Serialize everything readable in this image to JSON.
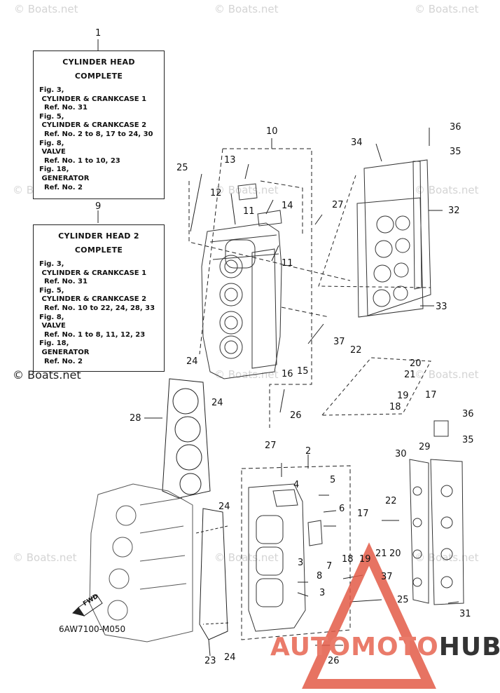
{
  "watermark": "© Boats.net",
  "callouts": {
    "c1": "1",
    "c9": "9",
    "c10": "10",
    "c2": "2"
  },
  "box1": {
    "title1": "CYLINDER  HEAD",
    "title2": "COMPLETE",
    "lines": [
      "Fig. 3,",
      " CYLINDER & CRANKCASE 1",
      "  Ref. No. 31",
      "Fig. 5,",
      " CYLINDER & CRANKCASE 2",
      "  Ref. No. 2 to 8, 17 to 24, 30",
      "Fig. 8,",
      " VALVE",
      "  Ref. No. 1 to 10, 23",
      "Fig. 18,",
      " GENERATOR",
      "  Ref. No. 2"
    ]
  },
  "box2": {
    "title1": "CYLINDER  HEAD 2",
    "title2": "COMPLETE",
    "lines": [
      "Fig. 3,",
      " CYLINDER & CRANKCASE 1",
      "  Ref. No. 31",
      "Fig. 5,",
      " CYLINDER & CRANKCASE 2",
      "  Ref. No. 10 to 22, 24, 28, 33",
      "Fig. 8,",
      " VALVE",
      "  Ref. No. 1 to 8, 11, 12, 23",
      "Fig. 18,",
      " GENERATOR",
      "  Ref. No. 2"
    ]
  },
  "labels": [
    "36",
    "34",
    "35",
    "13",
    "25",
    "12",
    "14",
    "27",
    "32",
    "11",
    "11",
    "33",
    "37",
    "22",
    "20",
    "24",
    "21",
    "16",
    "15",
    "19",
    "17",
    "18",
    "24",
    "26",
    "28",
    "36",
    "35",
    "27",
    "2",
    "30",
    "29",
    "4",
    "5",
    "6",
    "24",
    "22",
    "17",
    "3",
    "7",
    "18",
    "19",
    "21",
    "20",
    "8",
    "37",
    "3",
    "25",
    "31",
    "23",
    "24",
    "26"
  ],
  "fwd_label": "FWD",
  "diagram_code": "6AW7100-M050",
  "logo": {
    "part1": "AUTOMOTO",
    "part2": "HUB"
  }
}
